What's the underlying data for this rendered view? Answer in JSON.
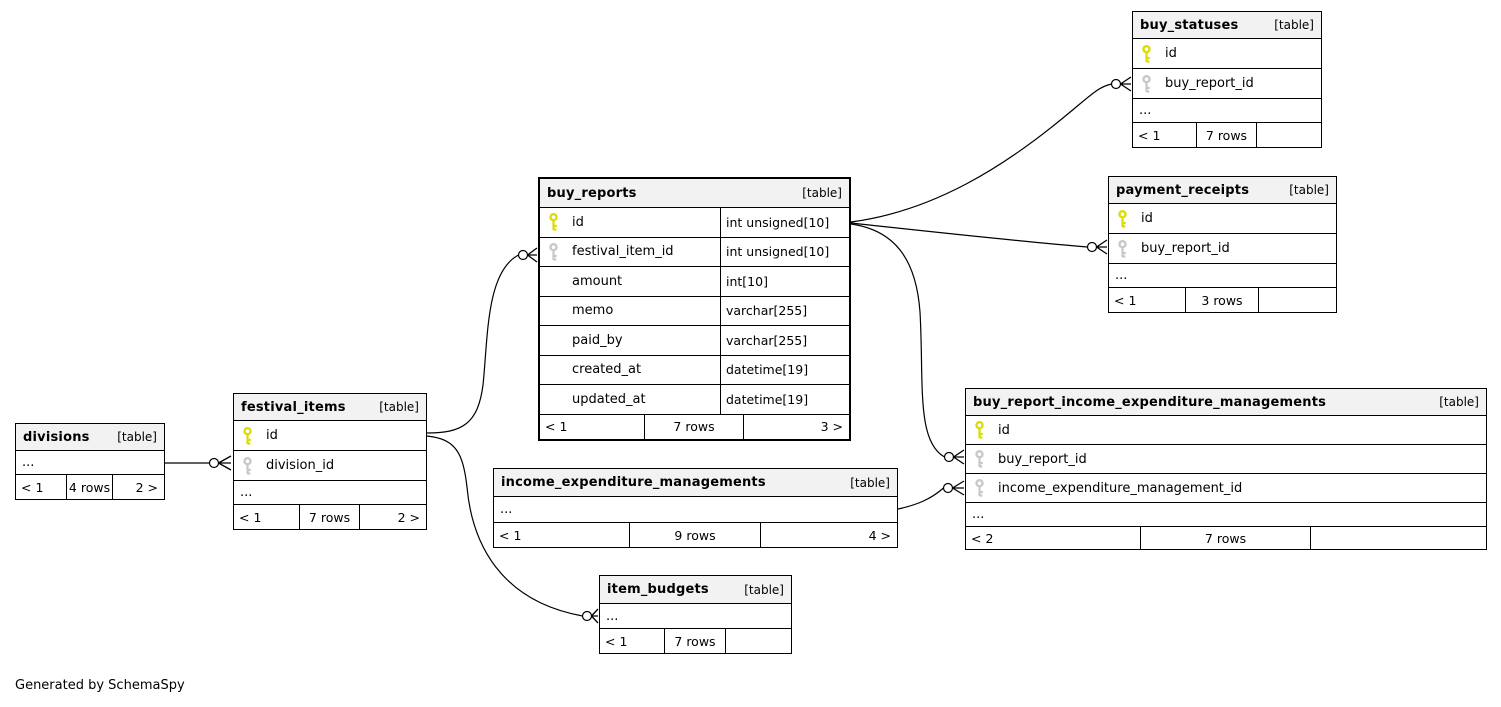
{
  "credit": "Generated by SchemaSpy",
  "colors": {
    "table_header_bg": "#f2f2f2",
    "border": "#000000",
    "primary_key_icon": "#dcdc00",
    "foreign_key_icon": "#c8c8c8",
    "background": "#ffffff"
  },
  "tables": {
    "divisions": {
      "title": "divisions",
      "tag": "[table]",
      "ellipsis": "...",
      "footer": {
        "left": "< 1",
        "center": "4 rows",
        "right": "2 >"
      }
    },
    "festival_items": {
      "title": "festival_items",
      "tag": "[table]",
      "ellipsis": "...",
      "columns": [
        {
          "name": "id",
          "key": "primary"
        },
        {
          "name": "division_id",
          "key": "foreign"
        }
      ],
      "footer": {
        "left": "< 1",
        "center": "7 rows",
        "right": "2 >"
      }
    },
    "buy_reports": {
      "title": "buy_reports",
      "tag": "[table]",
      "columns": [
        {
          "name": "id",
          "type": "int unsigned[10]",
          "key": "primary"
        },
        {
          "name": "festival_item_id",
          "type": "int unsigned[10]",
          "key": "foreign"
        },
        {
          "name": "amount",
          "type": "int[10]"
        },
        {
          "name": "memo",
          "type": "varchar[255]"
        },
        {
          "name": "paid_by",
          "type": "varchar[255]"
        },
        {
          "name": "created_at",
          "type": "datetime[19]"
        },
        {
          "name": "updated_at",
          "type": "datetime[19]"
        }
      ],
      "footer": {
        "left": "< 1",
        "center": "7 rows",
        "right": "3 >"
      }
    },
    "income_expenditure_managements": {
      "title": "income_expenditure_managements",
      "tag": "[table]",
      "ellipsis": "...",
      "footer": {
        "left": "< 1",
        "center": "9 rows",
        "right": "4 >"
      }
    },
    "item_budgets": {
      "title": "item_budgets",
      "tag": "[table]",
      "ellipsis": "...",
      "footer": {
        "left": "< 1",
        "center": "7 rows",
        "right": ""
      }
    },
    "buy_statuses": {
      "title": "buy_statuses",
      "tag": "[table]",
      "ellipsis": "...",
      "columns": [
        {
          "name": "id",
          "key": "primary"
        },
        {
          "name": "buy_report_id",
          "key": "foreign"
        }
      ],
      "footer": {
        "left": "< 1",
        "center": "7 rows",
        "right": ""
      }
    },
    "payment_receipts": {
      "title": "payment_receipts",
      "tag": "[table]",
      "ellipsis": "...",
      "columns": [
        {
          "name": "id",
          "key": "primary"
        },
        {
          "name": "buy_report_id",
          "key": "foreign"
        }
      ],
      "footer": {
        "left": "< 1",
        "center": "3 rows",
        "right": ""
      }
    },
    "buy_report_income_expenditure_managements": {
      "title": "buy_report_income_expenditure_managements",
      "tag": "[table]",
      "ellipsis": "...",
      "columns": [
        {
          "name": "id",
          "key": "primary"
        },
        {
          "name": "buy_report_id",
          "key": "foreign"
        },
        {
          "name": "income_expenditure_management_id",
          "key": "foreign"
        }
      ],
      "footer": {
        "left": "< 2",
        "center": "7 rows",
        "right": ""
      }
    }
  },
  "relationships": [
    {
      "from": "divisions",
      "to": "festival_items.division_id"
    },
    {
      "from": "festival_items.id",
      "to": "buy_reports.festival_item_id"
    },
    {
      "from": "festival_items.id",
      "to": "item_budgets"
    },
    {
      "from": "buy_reports.id",
      "to": "buy_statuses.buy_report_id"
    },
    {
      "from": "buy_reports.id",
      "to": "payment_receipts.buy_report_id"
    },
    {
      "from": "buy_reports.id",
      "to": "buy_report_income_expenditure_managements.buy_report_id"
    },
    {
      "from": "income_expenditure_managements",
      "to": "buy_report_income_expenditure_managements.income_expenditure_management_id"
    }
  ]
}
